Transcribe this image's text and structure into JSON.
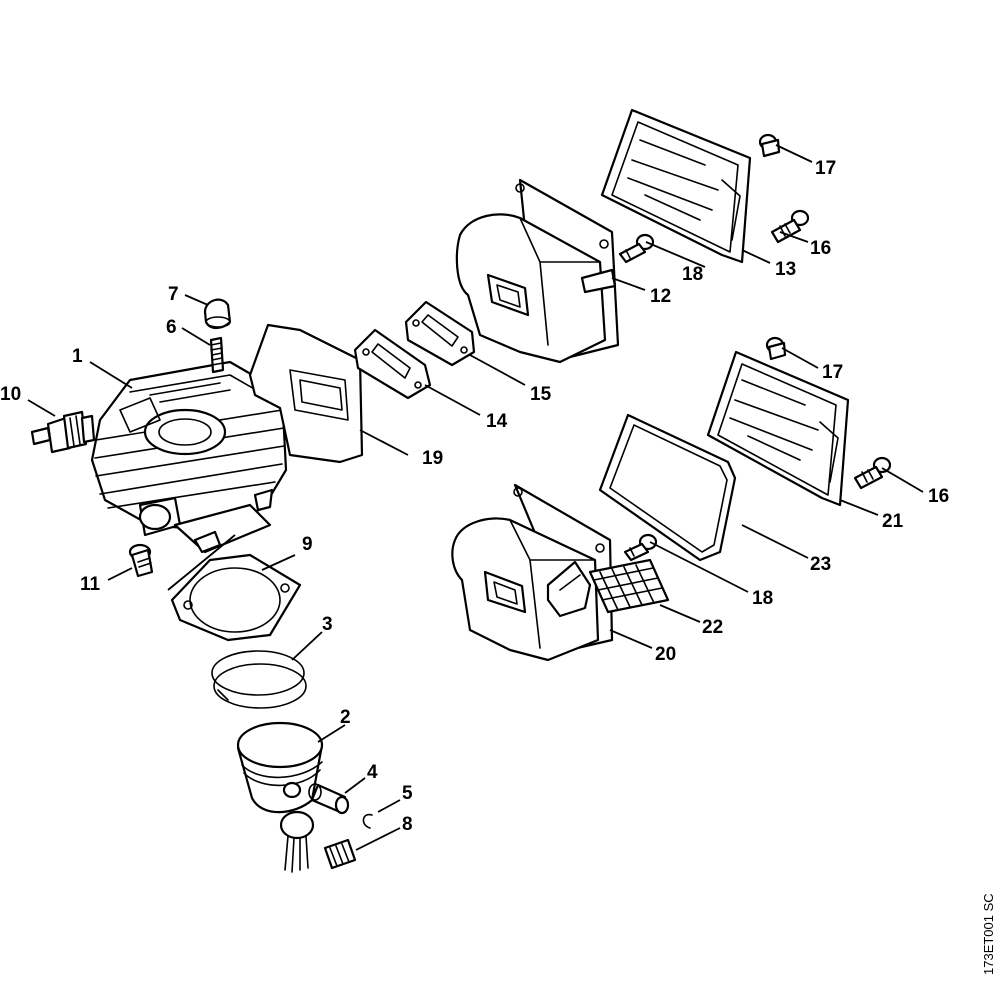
{
  "diagram": {
    "drawing_code": "173ET001 SC",
    "callouts": {
      "c1": "1",
      "c2": "2",
      "c3": "3",
      "c4": "4",
      "c5": "5",
      "c6": "6",
      "c7": "7",
      "c8": "8",
      "c9": "9",
      "c10": "10",
      "c11": "11",
      "c12": "12",
      "c13": "13",
      "c14": "14",
      "c15": "15",
      "c16a": "16",
      "c16b": "16",
      "c17a": "17",
      "c17b": "17",
      "c18a": "18",
      "c18b": "18",
      "c19": "19",
      "c20": "20",
      "c21": "21",
      "c22": "22",
      "c23": "23"
    }
  }
}
